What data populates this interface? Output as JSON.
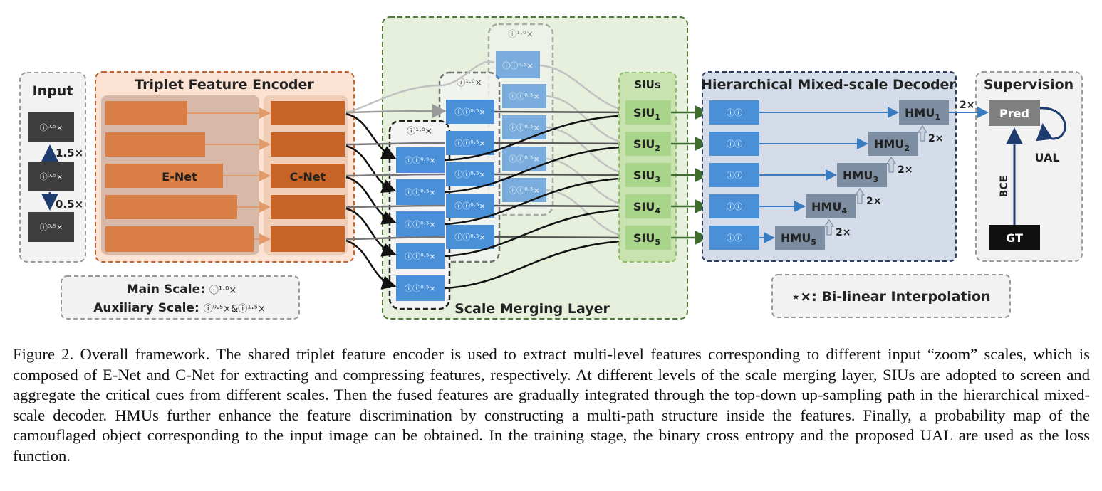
{
  "figure": {
    "input": {
      "title": "Input",
      "box_label": "ⓘ⁰·⁵×",
      "up_label": "1.5×",
      "down_label": "0.5×"
    },
    "encoder": {
      "title": "Triplet Feature Encoder",
      "enet_label": "E-Net",
      "cnet_label": "C-Net"
    },
    "scale_info": {
      "main_label": "Main Scale: ",
      "main_value": "ⓘ¹·⁰×",
      "aux_label": "Auxiliary Scale: ",
      "aux_value": "ⓘ⁰·⁵×&ⓘ¹·⁵×"
    },
    "merging": {
      "title": "Scale Merging Layer",
      "group_label": "ⓘ¹·⁰×",
      "cell_label": "ⓘⓘ⁰·⁵×"
    },
    "sius": {
      "title": "SIUs",
      "items": [
        "SIU",
        "SIU",
        "SIU",
        "SIU",
        "SIU"
      ],
      "subs": [
        "1",
        "2",
        "3",
        "4",
        "5"
      ]
    },
    "decoder": {
      "title": "Hierarchical Mixed-scale Decoder",
      "cell_label": "ⓘⓘ",
      "hmu": "HMU",
      "subs": [
        "1",
        "2",
        "3",
        "4",
        "5"
      ],
      "up": "2×"
    },
    "supervision": {
      "title": "Supervision",
      "pred": "Pred",
      "gt": "GT",
      "ual": "UAL",
      "bce": "BCE",
      "up": "2×"
    },
    "legend": "⋆×: Bi-linear Interpolation"
  },
  "caption": "Figure 2. Overall framework. The shared triplet feature encoder is used to extract multi-level features corresponding to different input “zoom” scales, which is composed of E-Net and C-Net for extracting and compressing features, respectively. At different levels of the scale merging layer, SIUs are adopted to screen and aggregate the critical cues from different scales. Then the fused features are gradually integrated through the top-down up-sampling path in the hierarchical mixed-scale decoder. HMUs further enhance the feature discrimination by constructing a multi-path structure inside the features. Finally, a probability map of the camouflaged object corresponding to the input image can be obtained. In the training stage, the binary cross entropy and the proposed UAL are used as the loss function."
}
